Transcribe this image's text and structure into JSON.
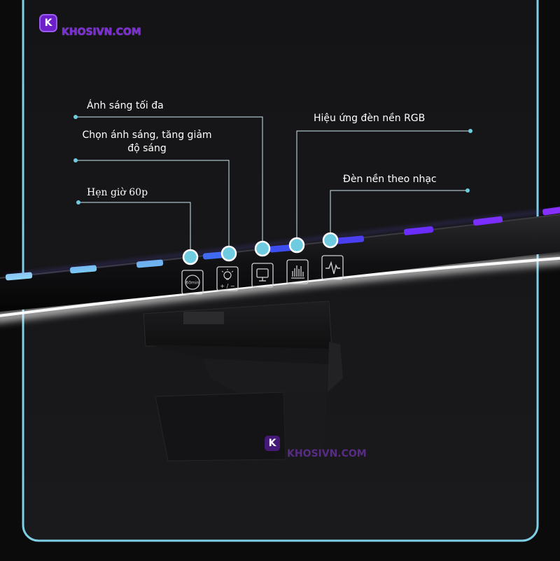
{
  "brand": {
    "watermark_text": "KHOSIVN.COM",
    "logo_letter": "K"
  },
  "callouts": {
    "max_light": "Ánh sáng tối đa",
    "select_light": "Chọn ánh sáng, tăng giảm độ sáng",
    "timer": "Hẹn giờ 60p",
    "rgb_effect": "Hiệu ứng đèn nền RGB",
    "music_backlight": "Đèn nền theo nhạc"
  },
  "buttons": {
    "timer_icon_text": "60min",
    "brightness_icon_text": "+ / −"
  },
  "colors": {
    "frame": "#7fd0e6",
    "callout_dot": "#6ecbe0",
    "led_cyan": "#8fd6f5",
    "led_blue": "#3f6bf2",
    "led_purple": "#8a2cff"
  }
}
